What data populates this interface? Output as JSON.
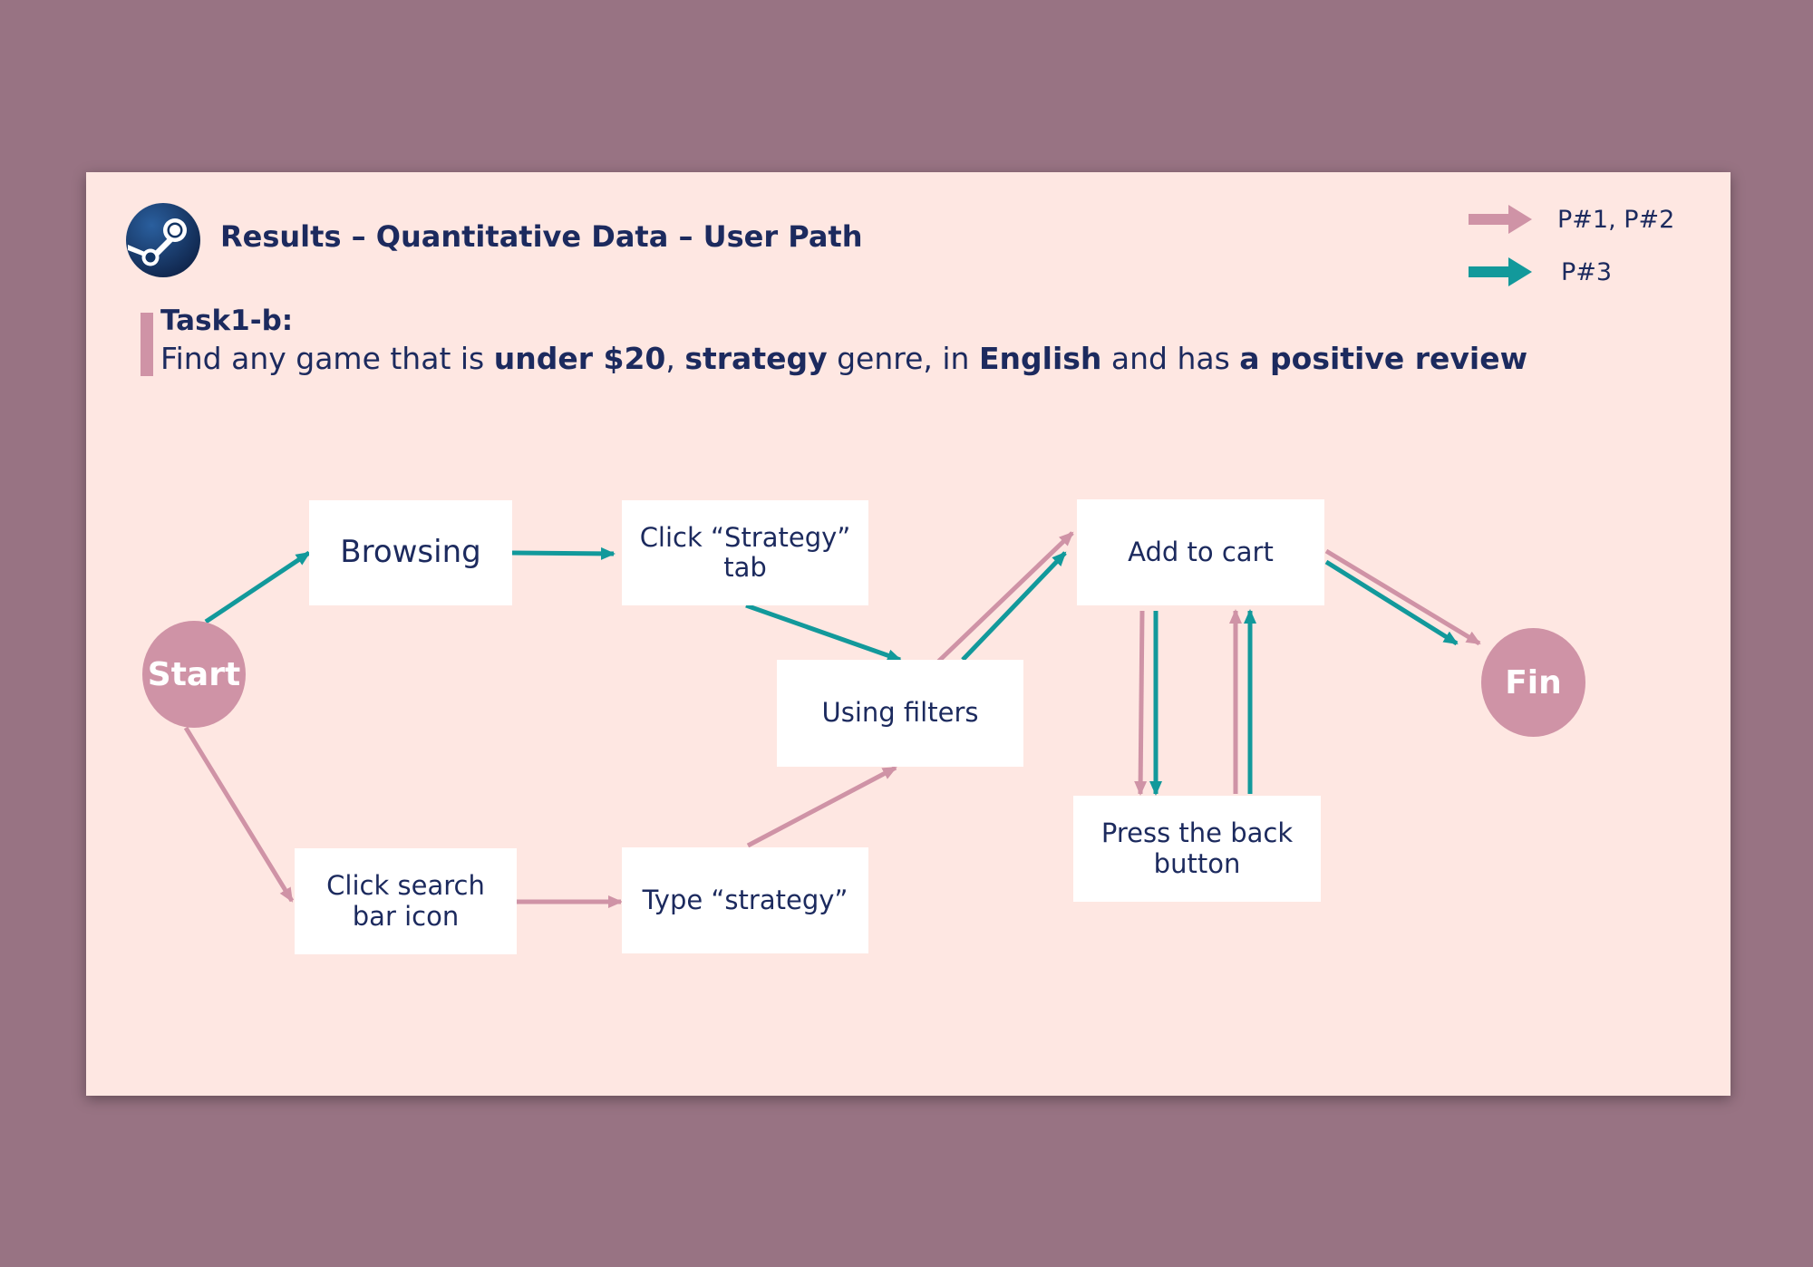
{
  "header": {
    "title": "Results – Quantitative Data – User Path",
    "logo_icon": "steam-logo-icon"
  },
  "legend": [
    {
      "label": "P#1, P#2",
      "color": "#cf93a6"
    },
    {
      "label": "P#3",
      "color": "#12999b"
    }
  ],
  "task": {
    "title": "Task1-b:",
    "parts": [
      {
        "text": "Find any game that is ",
        "bold": false
      },
      {
        "text": "under $20",
        "bold": true
      },
      {
        "text": ", ",
        "bold": false
      },
      {
        "text": "strategy",
        "bold": true
      },
      {
        "text": " genre, in ",
        "bold": false
      },
      {
        "text": "English",
        "bold": true
      },
      {
        "text": " and has ",
        "bold": false
      },
      {
        "text": "a positive review",
        "bold": true
      }
    ]
  },
  "nodes": {
    "start": "Start",
    "browsing": "Browsing",
    "strategy_tab": "Click “Strategy” tab",
    "filters": "Using filters",
    "add_cart": "Add to cart",
    "back_button": "Press the back button",
    "search_icon": "Click search bar icon",
    "type_strategy": "Type “strategy”",
    "fin": "Fin"
  },
  "colors": {
    "p12": "#cf93a6",
    "p3": "#12999b",
    "text": "#1c2a5e",
    "slide_bg": "#fee7e2",
    "page_bg": "#987383"
  }
}
